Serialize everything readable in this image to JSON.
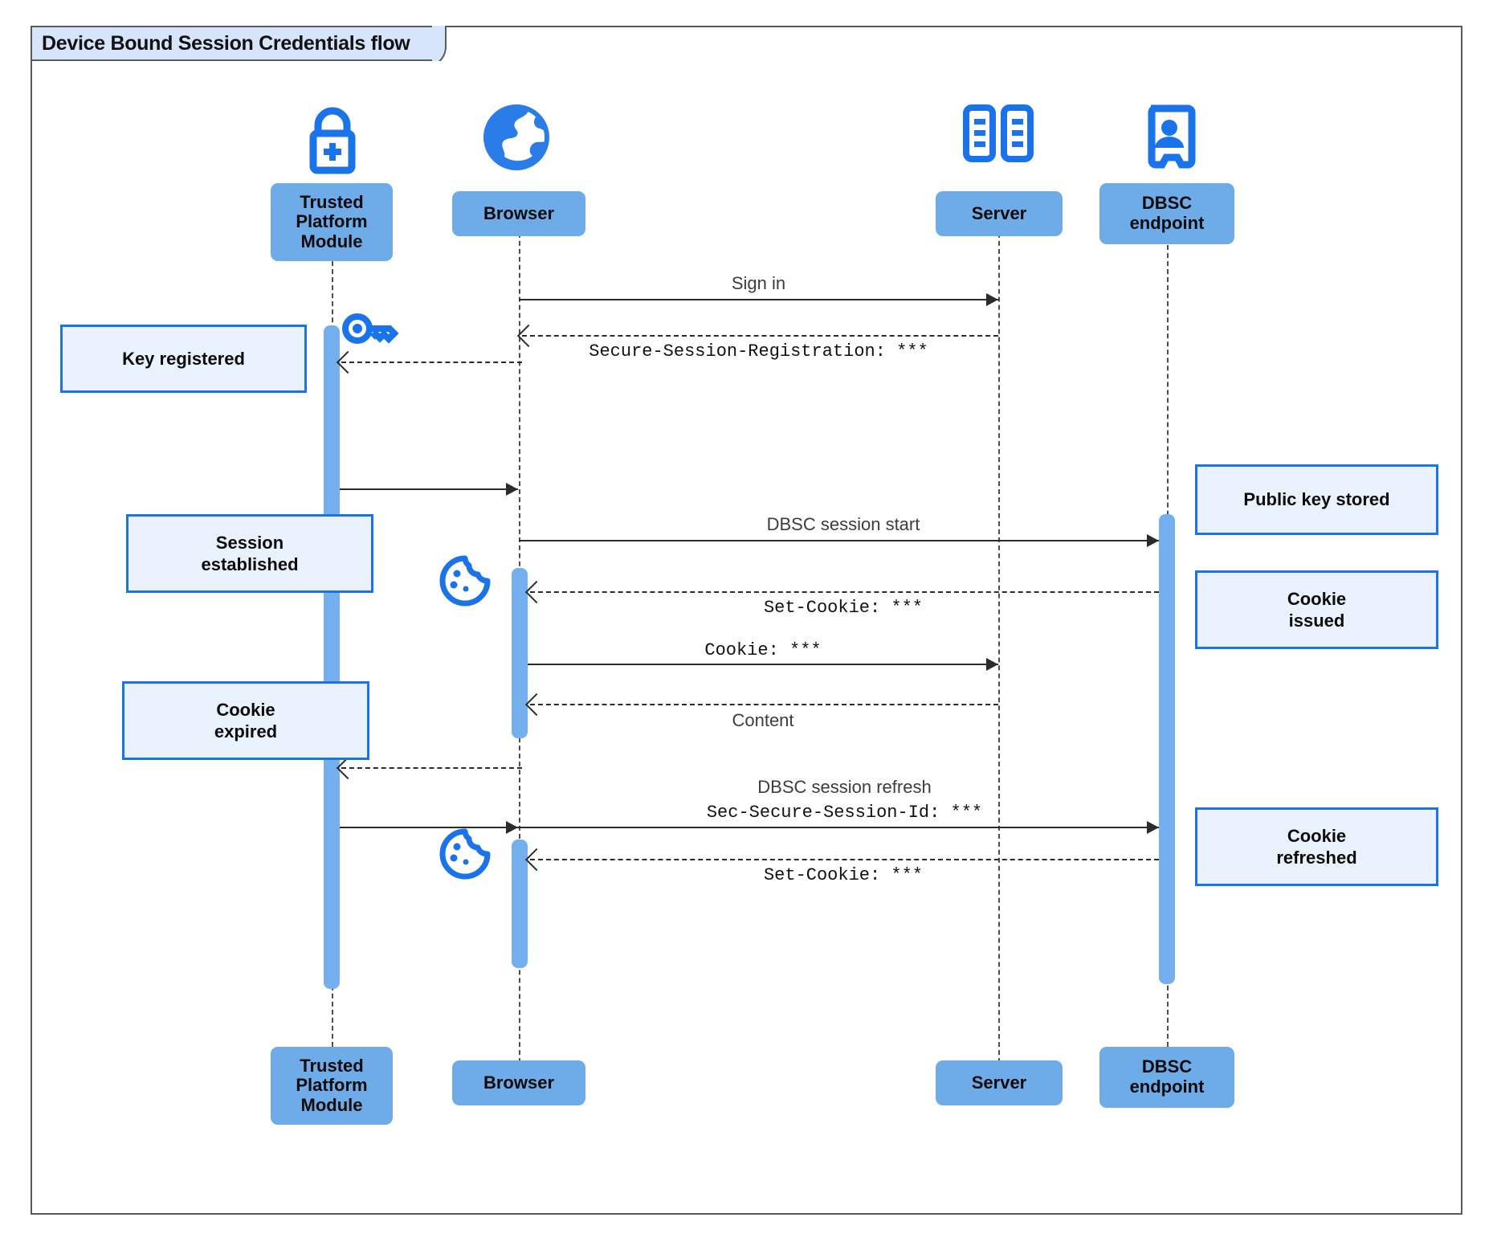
{
  "diagram": {
    "title": "Device Bound Session Credentials flow",
    "type": "uml-sequence",
    "colors": {
      "participant_fill": "#6eace9",
      "note_fill": "#eaf2fd",
      "note_border": "#1a73e8",
      "activation_fill": "#74b0f0",
      "icon": "#1a73e8",
      "title_fill": "#d6e5fb",
      "frame_border": "#5a5a5a"
    }
  },
  "participants": [
    {
      "id": "tpm",
      "label": "Trusted\nPlatform\nModule",
      "label_line1": "Trusted",
      "label_line2": "Platform",
      "label_line3": "Module",
      "icon": "lock-plus-icon"
    },
    {
      "id": "browser",
      "label": "Browser",
      "icon": "globe-icon"
    },
    {
      "id": "server",
      "label": "Server",
      "icon": "server-rack-icon"
    },
    {
      "id": "dbsc",
      "label": "DBSC\nendpoint",
      "label_line1": "DBSC",
      "label_line2": "endpoint",
      "icon": "id-badge-icon"
    }
  ],
  "messages": [
    {
      "id": "m1",
      "from": "browser",
      "to": "server",
      "label": "Sign in",
      "style": "solid",
      "font": "sans"
    },
    {
      "id": "m2",
      "from": "server",
      "to": "browser",
      "label": "Secure-Session-Registration: ***",
      "style": "dashed",
      "font": "mono"
    },
    {
      "id": "m3",
      "from": "browser",
      "to": "tpm",
      "label": "",
      "style": "dashed",
      "font": "sans"
    },
    {
      "id": "m4",
      "from": "tpm",
      "to": "browser",
      "label": "",
      "style": "solid",
      "font": "sans"
    },
    {
      "id": "m5",
      "from": "browser",
      "to": "dbsc",
      "label": "DBSC session start",
      "style": "solid",
      "font": "sans"
    },
    {
      "id": "m6",
      "from": "dbsc",
      "to": "browser",
      "label": "Set-Cookie: ***",
      "style": "dashed",
      "font": "mono"
    },
    {
      "id": "m7",
      "from": "browser",
      "to": "server",
      "label": "Cookie: ***",
      "style": "solid",
      "font": "mono"
    },
    {
      "id": "m8",
      "from": "server",
      "to": "browser",
      "label": "Content",
      "style": "dashed",
      "font": "sans"
    },
    {
      "id": "m9",
      "from": "browser",
      "to": "tpm",
      "label": "",
      "style": "dashed",
      "font": "sans"
    },
    {
      "id": "m10",
      "from": "tpm",
      "to": "dbsc",
      "label": "DBSC session refresh",
      "label2": "Sec-Secure-Session-Id: ***",
      "style": "solid",
      "font": "sans"
    },
    {
      "id": "m11",
      "from": "dbsc",
      "to": "browser",
      "label": "Set-Cookie: ***",
      "style": "dashed",
      "font": "mono"
    }
  ],
  "notes": [
    {
      "id": "n1",
      "text": "Key registered",
      "side": "left",
      "near": "tpm"
    },
    {
      "id": "n2",
      "text_line1": "Session",
      "text_line2": "established",
      "side": "left",
      "near": "tpm"
    },
    {
      "id": "n3",
      "text_line1": "Cookie",
      "text_line2": "expired",
      "side": "left",
      "near": "tpm"
    },
    {
      "id": "n4",
      "text": "Public key stored",
      "side": "right",
      "near": "dbsc"
    },
    {
      "id": "n5",
      "text_line1": "Cookie",
      "text_line2": "issued",
      "side": "right",
      "near": "dbsc"
    },
    {
      "id": "n6",
      "text_line1": "Cookie",
      "text_line2": "refreshed",
      "side": "right",
      "near": "dbsc"
    }
  ],
  "inline_icons": [
    {
      "id": "key-icon",
      "name": "key-icon",
      "near": "tpm"
    },
    {
      "id": "cookie-icon-1",
      "name": "cookie-icon",
      "near": "browser"
    },
    {
      "id": "cookie-icon-2",
      "name": "cookie-icon",
      "near": "browser"
    }
  ]
}
